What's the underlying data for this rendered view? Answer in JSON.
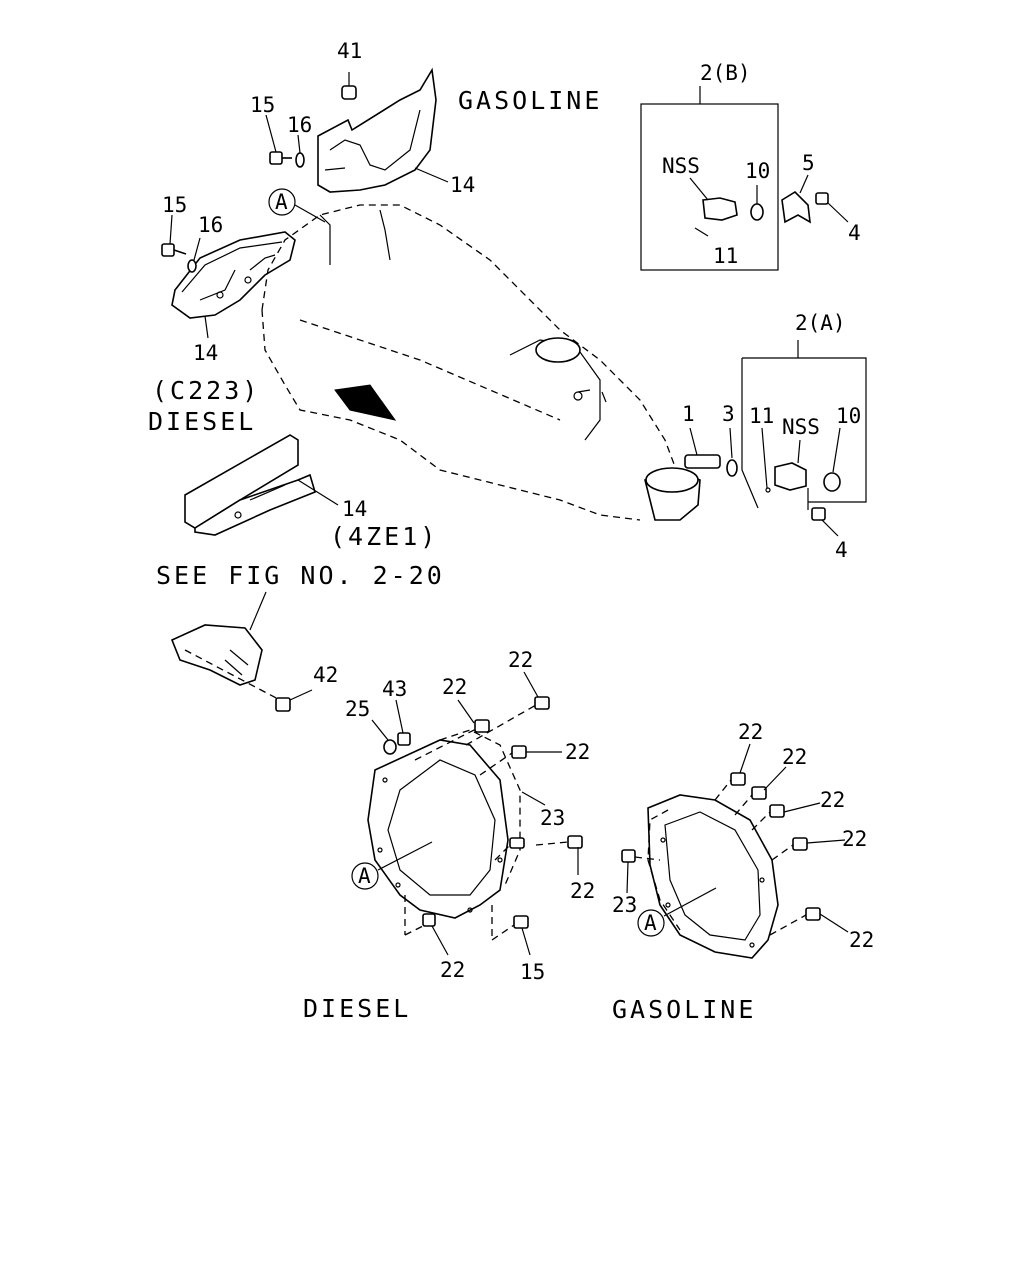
{
  "headings": {
    "gasoline_top": "GASOLINE",
    "c223": "(C223)",
    "diesel_top": "DIESEL",
    "code_4ze1": "(4ZE1)",
    "see_fig": "SEE FIG NO. 2-20",
    "diesel_bottom": "DIESEL",
    "gasoline_bottom": "GASOLINE",
    "box_b_title": "2(B)",
    "box_a_title": "2(A)"
  },
  "callouts": {
    "c41": "41",
    "c15a": "15",
    "c16a": "16",
    "c14a": "14",
    "c15b": "15",
    "c16b": "16",
    "c14b": "14",
    "c14c": "14",
    "ref_a_top": "A",
    "nss_b": "NSS",
    "c10b": "10",
    "c5": "5",
    "c4b": "4",
    "c11b": "11",
    "c1": "1",
    "c3": "3",
    "c11a": "11",
    "nss_a": "NSS",
    "c10a": "10",
    "c4a": "4",
    "c42": "42",
    "c25": "25",
    "c43": "43",
    "c22d1": "22",
    "c22d2": "22",
    "c22d3": "22",
    "c23d": "23",
    "c22d4": "22",
    "c22d5": "22",
    "c15d": "15",
    "ref_a_d": "A",
    "c22g1": "22",
    "c22g2": "22",
    "c22g3": "22",
    "c22g4": "22",
    "c22g5": "22",
    "c23g": "23",
    "ref_a_g": "A"
  }
}
